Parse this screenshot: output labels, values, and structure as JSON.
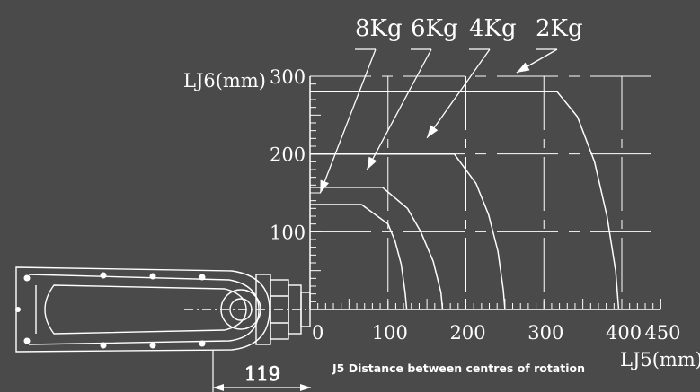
{
  "colors": {
    "background": "#4a4a4a",
    "ink": "#ffffff"
  },
  "chart_data": {
    "type": "line",
    "title": "",
    "xlabel": "LJ5(mm)",
    "ylabel": "LJ6(mm)",
    "caption": "J5 Distance between centres of rotation",
    "offset_dimension": "119",
    "xlim": [
      0,
      450
    ],
    "ylim": [
      0,
      300
    ],
    "x_ticks": [
      "0",
      "100",
      "200",
      "300",
      "400",
      "450"
    ],
    "y_ticks": [
      "100",
      "200",
      "300"
    ],
    "grid": true,
    "series": [
      {
        "name": "8Kg",
        "x": [
          0,
          66,
          100,
          109,
          117,
          122,
          124
        ],
        "y": [
          135,
          135,
          110,
          88,
          58,
          22,
          0
        ]
      },
      {
        "name": "6Kg",
        "x": [
          0,
          93,
          125,
          142,
          158,
          168,
          170
        ],
        "y": [
          157,
          157,
          130,
          100,
          62,
          22,
          0
        ]
      },
      {
        "name": "4Kg",
        "x": [
          0,
          185,
          213,
          229,
          241,
          248,
          250
        ],
        "y": [
          200,
          200,
          162,
          122,
          75,
          25,
          0
        ]
      },
      {
        "name": "2Kg",
        "x": [
          0,
          317,
          343,
          365,
          381,
          392,
          396
        ],
        "y": [
          280,
          280,
          248,
          190,
          120,
          50,
          0
        ]
      }
    ]
  },
  "robot": {
    "icon": "scara-robot-arm-icon"
  }
}
